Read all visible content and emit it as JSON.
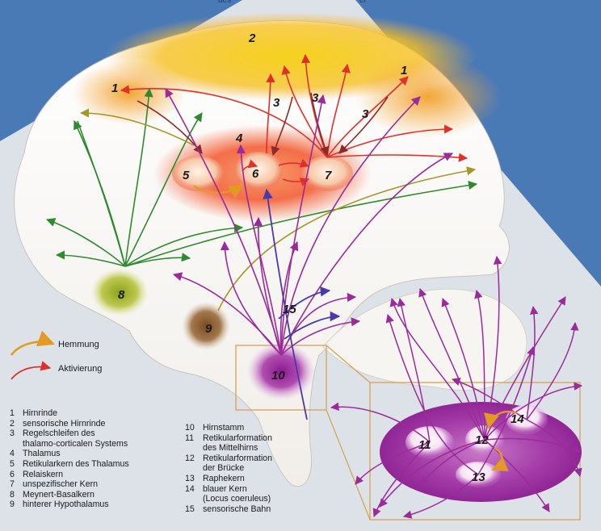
{
  "top_fragments": [
    "des",
    "er"
  ],
  "region_labels": {
    "n1a": "1",
    "n1b": "1",
    "n2": "2",
    "n3a": "3",
    "n3b": "3",
    "n3c": "3",
    "n4": "4",
    "n5": "5",
    "n6": "6",
    "n7": "7",
    "n8": "8",
    "n9": "9",
    "n10": "10",
    "n11": "11",
    "n12": "12",
    "n13": "13",
    "n14": "14",
    "n15": "15"
  },
  "key": {
    "inhibition": "Hemmung",
    "activation": "Aktivierung"
  },
  "legend": [
    {
      "num": "1",
      "lines": [
        "Hirnrinde"
      ]
    },
    {
      "num": "2",
      "lines": [
        "sensorische Hirnrinde"
      ]
    },
    {
      "num": "3",
      "lines": [
        "Regelschleifen des",
        "thalamo-corticalen Systems"
      ]
    },
    {
      "num": "4",
      "lines": [
        "Thalamus"
      ]
    },
    {
      "num": "5",
      "lines": [
        "Retikularkern des Thalamus"
      ]
    },
    {
      "num": "6",
      "lines": [
        "Relaiskern"
      ]
    },
    {
      "num": "7",
      "lines": [
        "unspezifischer Kern"
      ]
    },
    {
      "num": "8",
      "lines": [
        "Meynert-Basalkern"
      ]
    },
    {
      "num": "9",
      "lines": [
        "hinterer Hypothalamus"
      ]
    }
  ],
  "legend2": [
    {
      "num": "10",
      "lines": [
        "Hirnstamm"
      ]
    },
    {
      "num": "11",
      "lines": [
        "Retikularformation",
        "des Mittelhirns"
      ]
    },
    {
      "num": "12",
      "lines": [
        "Retikularformation",
        "der Brücke"
      ]
    },
    {
      "num": "13",
      "lines": [
        "Raphekern"
      ]
    },
    {
      "num": "14",
      "lines": [
        "blauer Kern",
        "(Locus coeruleus)"
      ]
    },
    {
      "num": "15",
      "lines": [
        "sensorische Bahn"
      ]
    }
  ],
  "colors": {
    "background_blue": "#4a7ab6",
    "activation_red": "#e0302a",
    "inhibition_orange": "#e39a22",
    "basal_green": "#2e8a2e",
    "hypothalamus_olive": "#a8962a",
    "brainstem_purple": "#9b2a9b",
    "thalamus_glow": "#f2552a",
    "sensory_cortex_yellow": "#f2c31a",
    "sensory_tract_blue": "#4a3aa8"
  }
}
